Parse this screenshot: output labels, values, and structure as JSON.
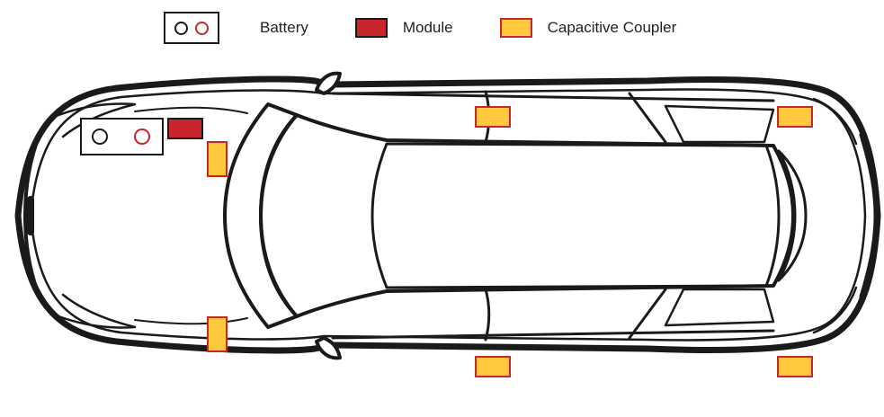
{
  "legend": {
    "battery_label": "Battery",
    "module_label": "Module",
    "coupler_label": "Capacitive Coupler"
  },
  "colors": {
    "outline": "#1a1a1a",
    "module_fill": "#c8262c",
    "coupler_fill": "#ffc83d",
    "coupler_border": "#c8262c",
    "battery_positive": "#c8262c"
  },
  "icons": {
    "vehicle": "car-top-view-icon",
    "battery": "battery-icon",
    "module": "module-icon",
    "coupler": "capacitive-coupler-icon"
  },
  "components": {
    "battery_count": 1,
    "module_count": 1,
    "coupler_count": 6
  }
}
